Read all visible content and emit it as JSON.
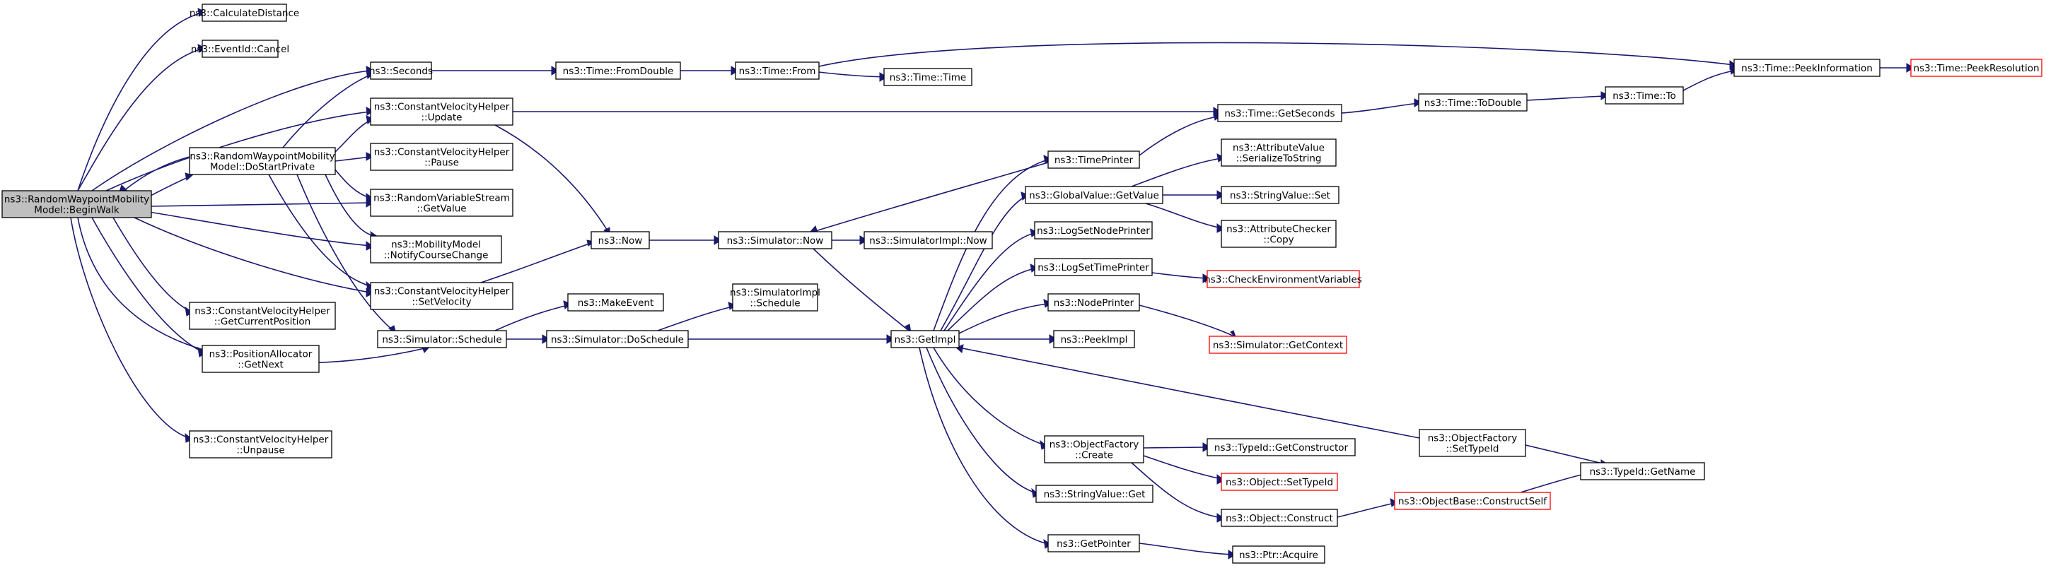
{
  "graph": {
    "colors": {
      "edge": "#191970",
      "border_black": "#000000",
      "border_red": "#ff0000",
      "fill_white": "#ffffff",
      "fill_root": "#bfbfbf"
    },
    "nodes": [
      {
        "id": "beginwalk",
        "lines": [
          "ns3::RandomWaypointMobility",
          "Model::BeginWalk"
        ],
        "style": "root"
      },
      {
        "id": "calcdist",
        "lines": [
          "ns3::CalculateDistance"
        ],
        "style": "normal"
      },
      {
        "id": "eventcancel",
        "lines": [
          "ns3::EventId::Cancel"
        ],
        "style": "normal"
      },
      {
        "id": "seconds",
        "lines": [
          "ns3::Seconds"
        ],
        "style": "normal"
      },
      {
        "id": "cvh_update",
        "lines": [
          "ns3::ConstantVelocityHelper",
          "::Update"
        ],
        "style": "normal"
      },
      {
        "id": "dostart",
        "lines": [
          "ns3::RandomWaypointMobility",
          "Model::DoStartPrivate"
        ],
        "style": "normal"
      },
      {
        "id": "cvh_pause",
        "lines": [
          "ns3::ConstantVelocityHelper",
          "::Pause"
        ],
        "style": "normal"
      },
      {
        "id": "rvs_getvalue",
        "lines": [
          "ns3::RandomVariableStream",
          "::GetValue"
        ],
        "style": "normal"
      },
      {
        "id": "mm_notify",
        "lines": [
          "ns3::MobilityModel",
          "::NotifyCourseChange"
        ],
        "style": "normal"
      },
      {
        "id": "cvh_setvel",
        "lines": [
          "ns3::ConstantVelocityHelper",
          "::SetVelocity"
        ],
        "style": "normal"
      },
      {
        "id": "cvh_getpos",
        "lines": [
          "ns3::ConstantVelocityHelper",
          "::GetCurrentPosition"
        ],
        "style": "normal"
      },
      {
        "id": "sim_schedule",
        "lines": [
          "ns3::Simulator::Schedule"
        ],
        "style": "normal"
      },
      {
        "id": "pa_getnext",
        "lines": [
          "ns3::PositionAllocator",
          "::GetNext"
        ],
        "style": "normal"
      },
      {
        "id": "cvh_unpause",
        "lines": [
          "ns3::ConstantVelocityHelper",
          "::Unpause"
        ],
        "style": "normal"
      },
      {
        "id": "fromdouble",
        "lines": [
          "ns3::Time::FromDouble"
        ],
        "style": "normal"
      },
      {
        "id": "timefrom",
        "lines": [
          "ns3::Time::From"
        ],
        "style": "normal"
      },
      {
        "id": "timetime",
        "lines": [
          "ns3::Time::Time"
        ],
        "style": "normal"
      },
      {
        "id": "now",
        "lines": [
          "ns3::Now"
        ],
        "style": "normal"
      },
      {
        "id": "makeevent",
        "lines": [
          "ns3::MakeEvent"
        ],
        "style": "normal"
      },
      {
        "id": "doschedule",
        "lines": [
          "ns3::Simulator::DoSchedule"
        ],
        "style": "normal"
      },
      {
        "id": "simnow",
        "lines": [
          "ns3::Simulator::Now"
        ],
        "style": "normal"
      },
      {
        "id": "simimpl_sched",
        "lines": [
          "ns3::SimulatorImpl",
          "::Schedule"
        ],
        "style": "normal"
      },
      {
        "id": "simimpl_now",
        "lines": [
          "ns3::SimulatorImpl::Now"
        ],
        "style": "normal"
      },
      {
        "id": "getimpl",
        "lines": [
          "ns3::GetImpl"
        ],
        "style": "normal"
      },
      {
        "id": "timeprinter",
        "lines": [
          "ns3::TimePrinter"
        ],
        "style": "normal"
      },
      {
        "id": "gv_getvalue",
        "lines": [
          "ns3::GlobalValue::GetValue"
        ],
        "style": "normal"
      },
      {
        "id": "lognodeprinter",
        "lines": [
          "ns3::LogSetNodePrinter"
        ],
        "style": "normal"
      },
      {
        "id": "logtimeprinter",
        "lines": [
          "ns3::LogSetTimePrinter"
        ],
        "style": "normal"
      },
      {
        "id": "nodeprinter",
        "lines": [
          "ns3::NodePrinter"
        ],
        "style": "normal"
      },
      {
        "id": "peekimpl",
        "lines": [
          "ns3::PeekImpl"
        ],
        "style": "normal"
      },
      {
        "id": "of_create",
        "lines": [
          "ns3::ObjectFactory",
          "::Create"
        ],
        "style": "normal"
      },
      {
        "id": "sv_get",
        "lines": [
          "ns3::StringValue::Get"
        ],
        "style": "normal"
      },
      {
        "id": "getpointer",
        "lines": [
          "ns3::GetPointer"
        ],
        "style": "normal"
      },
      {
        "id": "getseconds",
        "lines": [
          "ns3::Time::GetSeconds"
        ],
        "style": "normal"
      },
      {
        "id": "todouble",
        "lines": [
          "ns3::Time::ToDouble"
        ],
        "style": "normal"
      },
      {
        "id": "timeto",
        "lines": [
          "ns3::Time::To"
        ],
        "style": "normal"
      },
      {
        "id": "peekinfo",
        "lines": [
          "ns3::Time::PeekInformation"
        ],
        "style": "normal"
      },
      {
        "id": "peekres",
        "lines": [
          "ns3::Time::PeekResolution"
        ],
        "style": "red"
      },
      {
        "id": "av_serialize",
        "lines": [
          "ns3::AttributeValue",
          "::SerializeToString"
        ],
        "style": "normal"
      },
      {
        "id": "sv_set",
        "lines": [
          "ns3::StringValue::Set"
        ],
        "style": "normal"
      },
      {
        "id": "ac_copy",
        "lines": [
          "ns3::AttributeChecker",
          "::Copy"
        ],
        "style": "normal"
      },
      {
        "id": "checkenv",
        "lines": [
          "ns3::CheckEnvironmentVariables"
        ],
        "style": "red"
      },
      {
        "id": "sim_getcontext",
        "lines": [
          "ns3::Simulator::GetContext"
        ],
        "style": "red"
      },
      {
        "id": "tid_getctor",
        "lines": [
          "ns3::TypeId::GetConstructor"
        ],
        "style": "normal"
      },
      {
        "id": "obj_settypeid",
        "lines": [
          "ns3::Object::SetTypeId"
        ],
        "style": "red"
      },
      {
        "id": "obj_construct",
        "lines": [
          "ns3::Object::Construct"
        ],
        "style": "normal"
      },
      {
        "id": "ptr_acquire",
        "lines": [
          "ns3::Ptr::Acquire"
        ],
        "style": "normal"
      },
      {
        "id": "of_settypeid",
        "lines": [
          "ns3::ObjectFactory",
          "::SetTypeId"
        ],
        "style": "normal"
      },
      {
        "id": "ob_constructself",
        "lines": [
          "ns3::ObjectBase::ConstructSelf"
        ],
        "style": "red"
      },
      {
        "id": "tid_getname",
        "lines": [
          "ns3::TypeId::GetName"
        ],
        "style": "normal"
      }
    ]
  }
}
